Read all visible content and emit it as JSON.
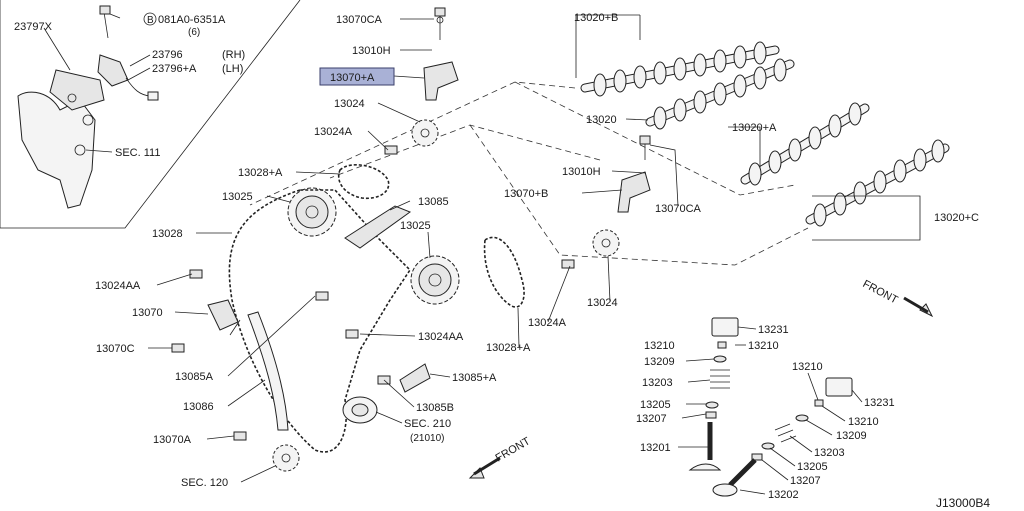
{
  "diagram": {
    "code": "J13000B4",
    "front_labels": [
      "FRONT",
      "FRONT"
    ],
    "highlight": "13070+A",
    "labels": {
      "p23797x": "23797X",
      "bolt_callout": "081A0-6351A",
      "bolt_qty": "(6)",
      "p23796": "23796",
      "p23796_rh": "(RH)",
      "p23796a": "23796+A",
      "p23796a_lh": "(LH)",
      "sec111": "SEC. 111",
      "p13070ca_top": "13070CA",
      "p13010h_top": "13010H",
      "p13070a_hl": "13070+A",
      "p13024": "13024",
      "p13024a_top": "13024A",
      "p13028a_top": "13028+A",
      "p13025_left": "13025",
      "p13085": "13085",
      "p13028": "13028",
      "p13025_mid": "13025",
      "p13024aa_left": "13024AA",
      "p13070": "13070",
      "p13070c": "13070C",
      "p13085a": "13085A",
      "p13086": "13086",
      "p13070a_bot": "13070A",
      "sec120": "SEC. 120",
      "p13024aa_mid": "13024AA",
      "p13085a_plus": "13085+A",
      "p13085b": "13085B",
      "sec210": "SEC. 210",
      "sec210_sub": "(21010)",
      "p13028a_bot": "13028+A",
      "p13024a_bot": "13024A",
      "p13024_bot": "13024",
      "p13020b": "13020+B",
      "p13020": "13020",
      "p13010h_mid": "13010H",
      "p13070b": "13070+B",
      "p13070ca_mid": "13070CA",
      "p13020a": "13020+A",
      "p13020c": "13020+C",
      "p13231_a": "13231",
      "p13210_a1": "13210",
      "p13210_a2": "13210",
      "p13209_a": "13209",
      "p13203_a": "13203",
      "p13205_a": "13205",
      "p13207_a": "13207",
      "p13201": "13201",
      "p13210_b1": "13210",
      "p13231_b": "13231",
      "p13210_b2": "13210",
      "p13209_b": "13209",
      "p13203_b": "13203",
      "p13205_b": "13205",
      "p13207_b": "13207",
      "p13202": "13202"
    }
  }
}
